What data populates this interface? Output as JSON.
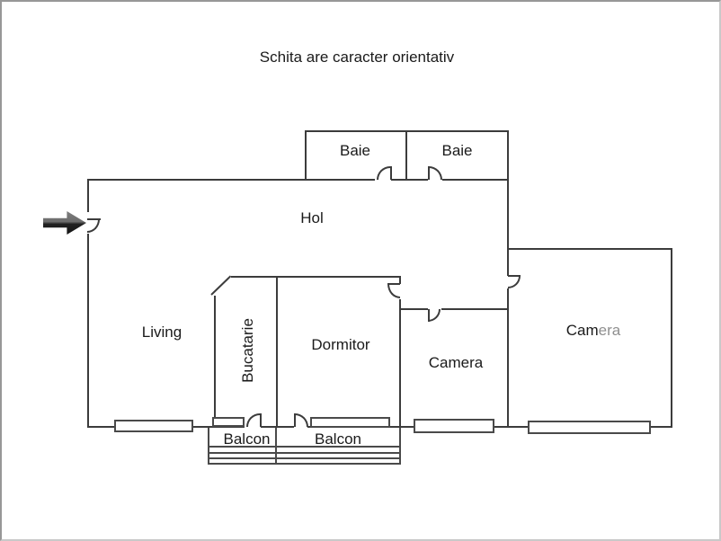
{
  "title": "Schita are caracter orientativ",
  "rooms": {
    "baie1": "Baie",
    "baie2": "Baie",
    "hol": "Hol",
    "living": "Living",
    "bucatarie": "Bucatarie",
    "dormitor": "Dormitor",
    "camera1": "Camera",
    "camera2_prefix": "Cam",
    "camera2_suffix": "era",
    "balcon1": "Balcon",
    "balcon2": "Balcon"
  },
  "icons": {
    "entrance_arrow": "right-arrow"
  },
  "colors": {
    "wall": "#3c3c3c",
    "text": "#1a1a1a",
    "muted_text": "#8f8f8f",
    "canvas_border": "#979797",
    "arrow_top": "#7d7d7d",
    "arrow_bottom": "#141414",
    "background": "#ffffff"
  }
}
